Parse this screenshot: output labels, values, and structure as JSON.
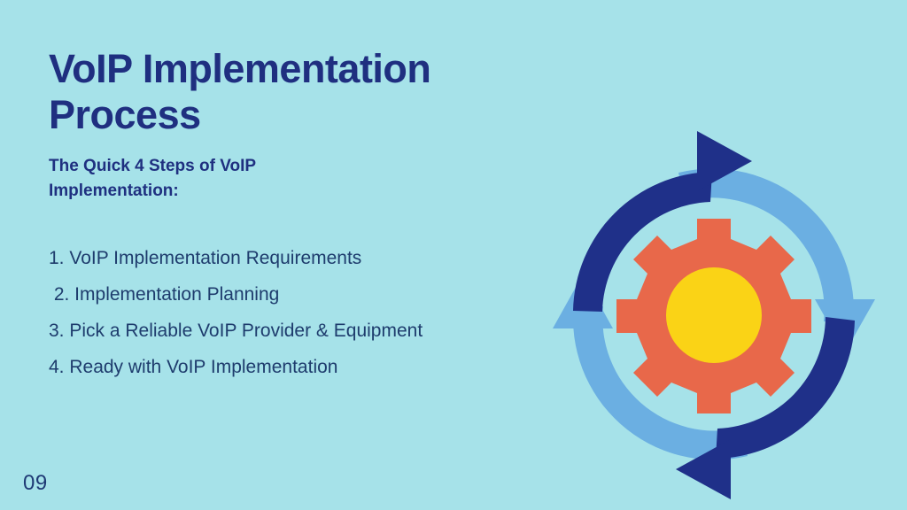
{
  "slide": {
    "page_number": "09",
    "background_color": "#a6e2e9",
    "title": "VoIP Implementation\nProcess",
    "subtitle": "The Quick 4 Steps of VoIP Implementation:",
    "title_color": "#1f2f80",
    "subtitle_color": "#1f3080",
    "list_text_color": "#1e3c6d",
    "page_number_color": "#1f3a75"
  },
  "steps": [
    {
      "label": "1. VoIP Implementation Requirements"
    },
    {
      "label": " 2. Implementation Planning"
    },
    {
      "label": "3. Pick a Reliable VoIP Provider & Equipment"
    },
    {
      "label": "4. Ready with VoIP Implementation"
    }
  ],
  "graphic": {
    "name": "cycle-gear-illustration",
    "colors": {
      "arc_dark": "#1f3089",
      "arc_light": "#6bafe2",
      "gear_body": "#e8684a",
      "gear_hub": "#fad316"
    },
    "arrows": [
      {
        "name": "arrow-top-clockwise",
        "color": "#1f3089",
        "direction": "right"
      },
      {
        "name": "arrow-right-clockwise",
        "color": "#6bafe2",
        "direction": "down"
      },
      {
        "name": "arrow-bottom-clockwise",
        "color": "#1f3089",
        "direction": "left"
      },
      {
        "name": "arrow-left-clockwise",
        "color": "#6bafe2",
        "direction": "up"
      }
    ],
    "gear": {
      "teeth": 8,
      "hub_shape": "circle"
    }
  }
}
